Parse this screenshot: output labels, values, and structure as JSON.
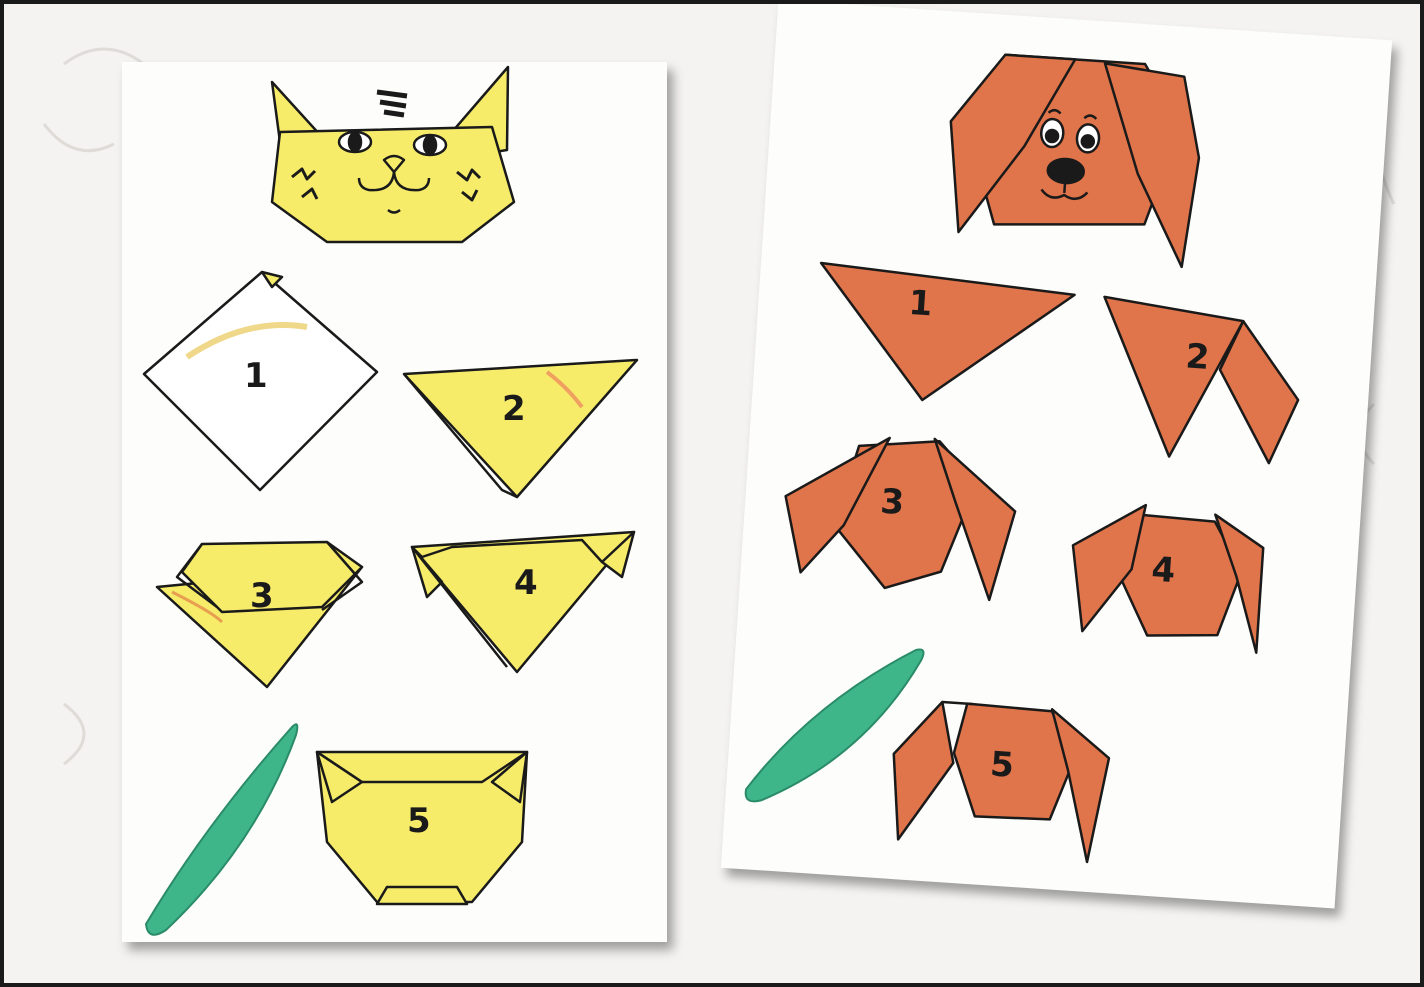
{
  "colors": {
    "cat_paper": "#f6ec6a",
    "cat_shadow": "#e2d54a",
    "dog_paper": "#e0744a",
    "dog_shadow": "#c85e37",
    "stick": "#3fb58a",
    "outline": "#1a1a1a"
  },
  "cat_steps": [
    "1",
    "2",
    "3",
    "4",
    "5"
  ],
  "dog_steps": [
    "1",
    "2",
    "3",
    "4",
    "5"
  ],
  "icons": {
    "cat_face": "cat-face-icon",
    "dog_face": "dog-face-icon",
    "glue_stick": "glue-stick-icon"
  }
}
